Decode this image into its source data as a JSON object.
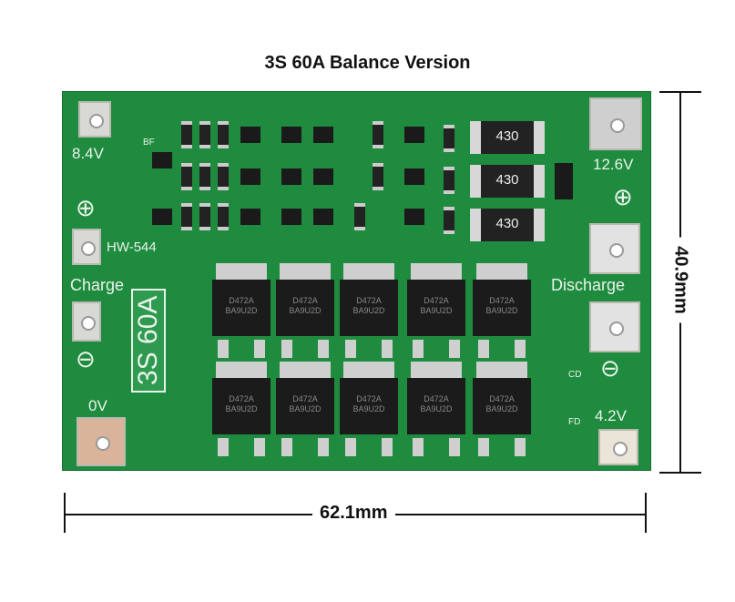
{
  "title": "3S 60A Balance Version",
  "dimensions": {
    "width": "62.1mm",
    "height": "40.9mm"
  },
  "board": {
    "labels": {
      "v84": "8.4V",
      "v126": "12.6V",
      "model": "HW-544",
      "charge": "Charge",
      "discharge": "Discharge",
      "v0": "0V",
      "v42": "4.2V",
      "rating": "3S 60A",
      "cd": "CD",
      "fd": "FD",
      "bf": "BF"
    },
    "resistor_code": "430",
    "mosfet_codes": [
      "D472A",
      "BA9U2D"
    ],
    "colors": {
      "pcb": "#1f8b3f",
      "silk": "#e9f3ea"
    }
  }
}
